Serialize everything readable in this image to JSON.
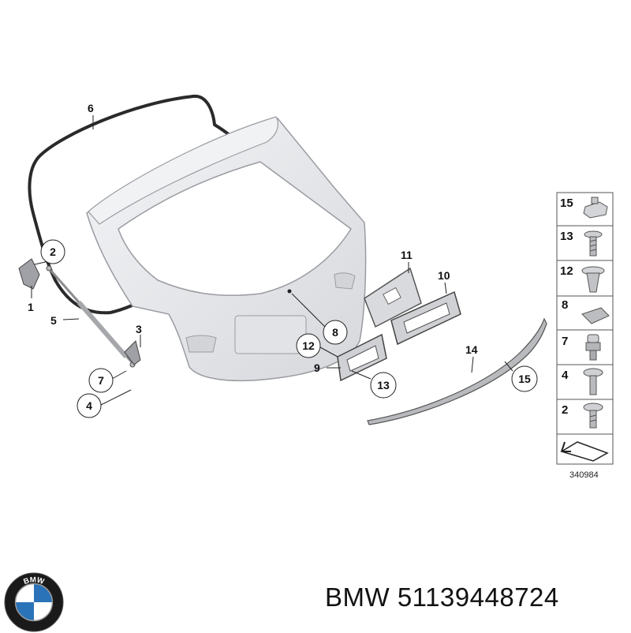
{
  "callouts": [
    {
      "id": "callout-6",
      "label": "6"
    },
    {
      "id": "callout-2",
      "label": "2"
    },
    {
      "id": "callout-1",
      "label": "1"
    },
    {
      "id": "callout-5",
      "label": "5"
    },
    {
      "id": "callout-3",
      "label": "3"
    },
    {
      "id": "callout-7",
      "label": "7"
    },
    {
      "id": "callout-4",
      "label": "4"
    },
    {
      "id": "callout-11",
      "label": "11"
    },
    {
      "id": "callout-10",
      "label": "10"
    },
    {
      "id": "callout-8",
      "label": "8"
    },
    {
      "id": "callout-12",
      "label": "12"
    },
    {
      "id": "callout-9",
      "label": "9"
    },
    {
      "id": "callout-13",
      "label": "13"
    },
    {
      "id": "callout-14",
      "label": "14"
    },
    {
      "id": "callout-15",
      "label": "15"
    }
  ],
  "legend": {
    "items": [
      {
        "label": "15",
        "icon": "rivet-nut-icon"
      },
      {
        "label": "13",
        "icon": "screw-icon"
      },
      {
        "label": "12",
        "icon": "expanding-clip-icon"
      },
      {
        "label": "8",
        "icon": "plug-cap-icon"
      },
      {
        "label": "7",
        "icon": "ball-stud-icon"
      },
      {
        "label": "4",
        "icon": "bolt-icon"
      },
      {
        "label": "2",
        "icon": "torx-screw-icon"
      }
    ],
    "footer_icon": "direction-arrow-icon",
    "catalog_number": "340984"
  },
  "brand": {
    "logo_icon": "bmw-roundel-icon",
    "logo_letters": "BMW",
    "caption": "BMW 51139448724"
  },
  "colors": {
    "part_fill": "#e8e9ec",
    "part_stroke": "#9a9ca2",
    "seal": "#2a2a2a",
    "logo_blue": "#2a73b8"
  }
}
